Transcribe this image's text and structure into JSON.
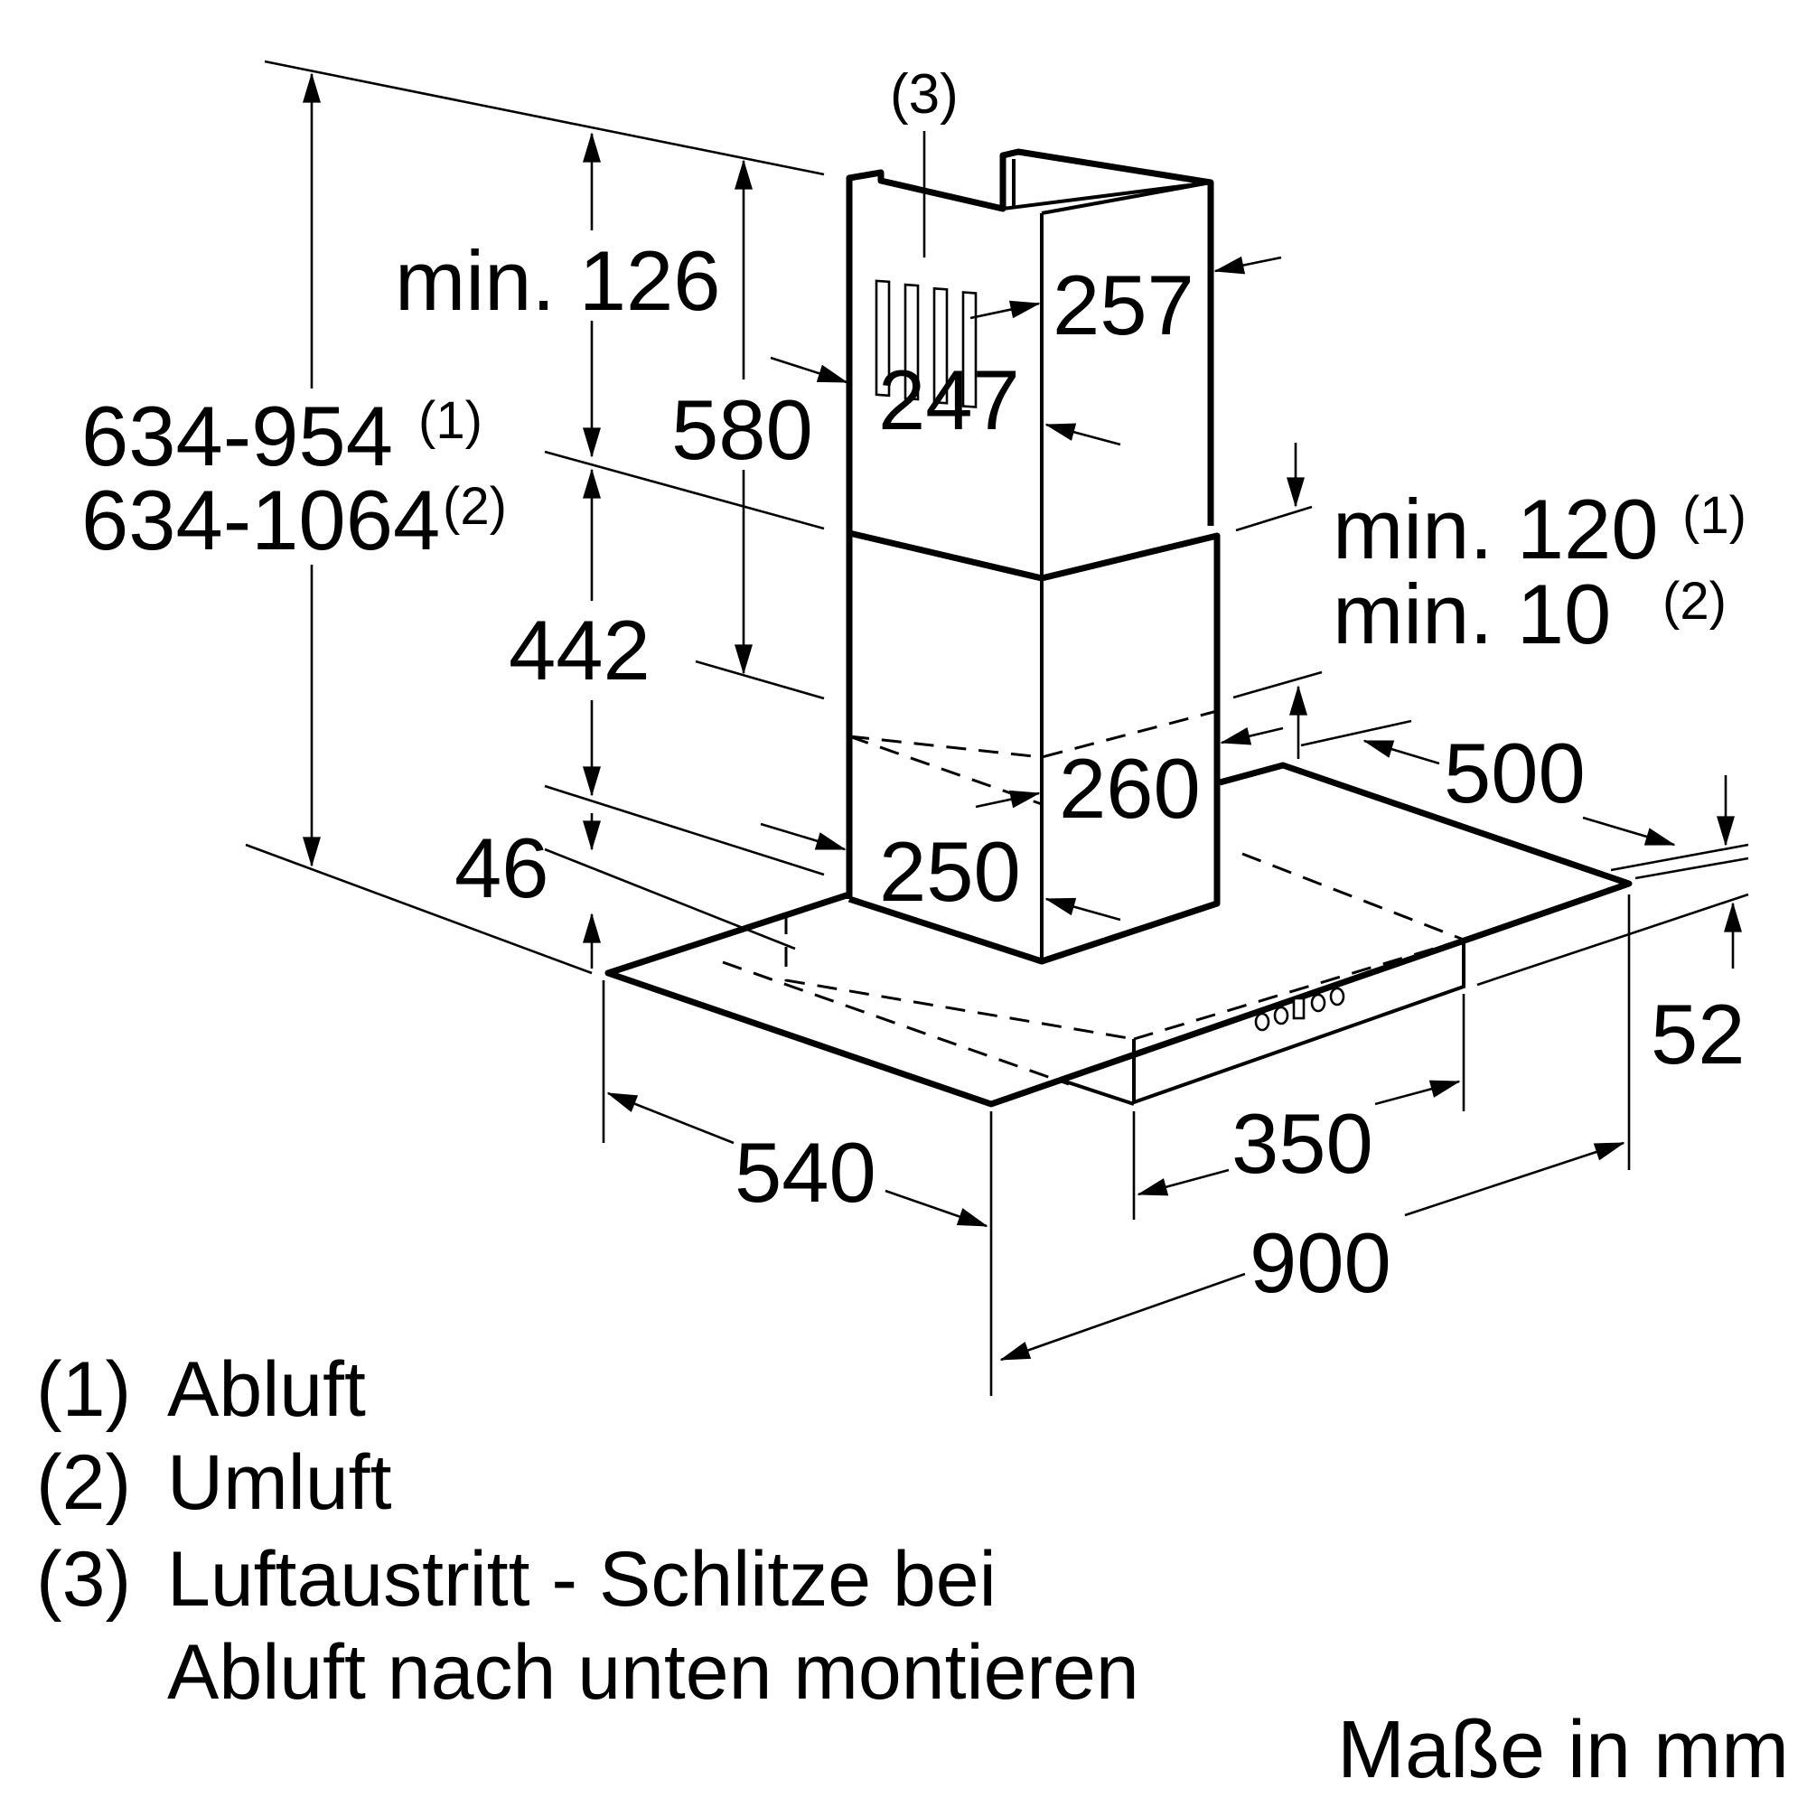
{
  "diagram": {
    "dimensions": {
      "d_126": "min. 126",
      "d_580": "580",
      "d_257": "257",
      "d_247": "247",
      "d_total_1": "634-954",
      "d_total_1_note": "(1)",
      "d_total_2": "634-1064",
      "d_total_2_note": "(2)",
      "d_min120": "min. 120",
      "d_min120_note": "(1)",
      "d_min10": "min. 10",
      "d_min10_note": "(2)",
      "d_442": "442",
      "d_260": "260",
      "d_500": "500",
      "d_250": "250",
      "d_46": "46",
      "d_52": "52",
      "d_350": "350",
      "d_540": "540",
      "d_900": "900"
    },
    "callout_3": "(3)",
    "legend": [
      {
        "key": "(1)",
        "text": "Abluft"
      },
      {
        "key": "(2)",
        "text": "Umluft"
      },
      {
        "key": "(3)",
        "text": "Luftaustritt - Schlitze bei"
      },
      {
        "key": "",
        "text": "Abluft nach unten montieren"
      }
    ],
    "units_note": "Maße in mm"
  }
}
